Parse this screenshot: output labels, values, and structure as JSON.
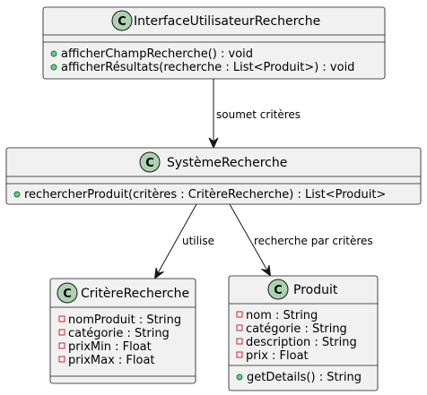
{
  "diagram": {
    "classes": [
      {
        "id": "interface",
        "stereotype_letter": "C",
        "name": "InterfaceUtilisateurRecherche",
        "attributes": [],
        "methods": [
          {
            "visibility": "public",
            "text": "afficherChampRecherche() : void"
          },
          {
            "visibility": "public",
            "text": "afficherRésultats(recherche : List<Produit>) : void"
          }
        ]
      },
      {
        "id": "systeme",
        "stereotype_letter": "C",
        "name": "SystèmeRecherche",
        "attributes": [],
        "methods": [
          {
            "visibility": "public",
            "text": "rechercherProduit(critères : CritèreRecherche) : List<Produit>"
          }
        ]
      },
      {
        "id": "critere",
        "stereotype_letter": "C",
        "name": "CritèreRecherche",
        "attributes": [
          {
            "visibility": "private",
            "text": "nomProduit : String"
          },
          {
            "visibility": "private",
            "text": "catégorie : String"
          },
          {
            "visibility": "private",
            "text": "prixMin : Float"
          },
          {
            "visibility": "private",
            "text": "prixMax : Float"
          }
        ],
        "methods": []
      },
      {
        "id": "produit",
        "stereotype_letter": "C",
        "name": "Produit",
        "attributes": [
          {
            "visibility": "private",
            "text": "nom : String"
          },
          {
            "visibility": "private",
            "text": "catégorie : String"
          },
          {
            "visibility": "private",
            "text": "description : String"
          },
          {
            "visibility": "private",
            "text": "prix : Float"
          }
        ],
        "methods": [
          {
            "visibility": "public",
            "text": "getDetails() : String"
          }
        ]
      }
    ],
    "relations": [
      {
        "from": "interface",
        "to": "systeme",
        "label": "soumet critères"
      },
      {
        "from": "systeme",
        "to": "critere",
        "label": "utilise"
      },
      {
        "from": "systeme",
        "to": "produit",
        "label": "recherche par critères"
      }
    ]
  }
}
